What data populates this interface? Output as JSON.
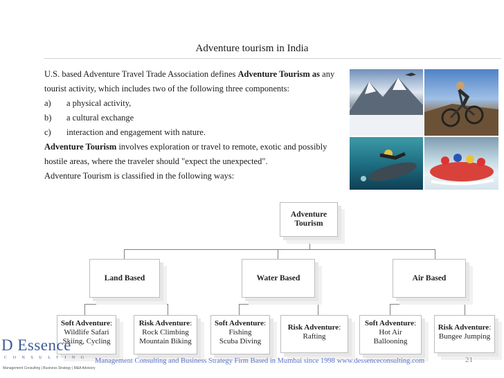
{
  "slide": {
    "title": "Adventure tourism in India",
    "intro_pre": "U.S. based Adventure Travel Trade Association  defines ",
    "intro_bold": "Adventure Tourism as",
    "intro_post": "  any tourist activity, which includes two of the following three components:",
    "items": [
      {
        "marker": "a)",
        "text": "a physical activity,"
      },
      {
        "marker": "b)",
        "text": "a cultural exchange"
      },
      {
        "marker": "c)",
        "text": "interaction and engagement with nature."
      }
    ],
    "def_bold": "Adventure Tourism",
    "def_post": "  involves exploration or travel to remote, exotic and possibly hostile areas, where the traveler should \"expect the unexpected\".",
    "classified": "Adventure Tourism is classified in the following ways:"
  },
  "diagram": {
    "root": "Adventure Tourism",
    "categories": [
      {
        "label": "Land Based",
        "children": [
          {
            "head": "Soft Adventure",
            "punct": ":",
            "lines": [
              "Wildlife Safari",
              "Skiing, Cycling"
            ]
          },
          {
            "head": "Risk Adventure",
            "punct": ":",
            "lines": [
              "Rock Climbing",
              "Mountain Biking"
            ]
          }
        ]
      },
      {
        "label": "Water Based",
        "children": [
          {
            "head": "Soft Adventure",
            "punct": ":",
            "lines": [
              "Fishing",
              "Scuba Diving"
            ]
          },
          {
            "head": "Risk Adventure",
            "punct": ":",
            "lines": [
              "Rafting"
            ]
          }
        ]
      },
      {
        "label": "Air Based",
        "children": [
          {
            "head": "Soft Adventure",
            "punct": ":",
            "lines": [
              "Hot Air",
              "Ballooning"
            ]
          },
          {
            "head": "Risk Adventure",
            "punct": ":",
            "lines": [
              "Bungee Jumping"
            ]
          }
        ]
      }
    ]
  },
  "photos": [
    "mountain-photo",
    "cyclist-photo",
    "scuba-photo",
    "rafting-photo"
  ],
  "footer": {
    "logo_main": "D Essence",
    "logo_sub": "CONSULTING",
    "logo_tag": "Management Consulting | Business Strategy | M&A Advisory",
    "text": "Management Consulting and Business Strategy Firm Based in Mumbai since 1998 www.dessenceconsulting.com",
    "page_number": "21"
  },
  "colors": {
    "footer_text": "#5b73c7",
    "logo": "#3f5a96",
    "connector": "#7f7f7f"
  }
}
